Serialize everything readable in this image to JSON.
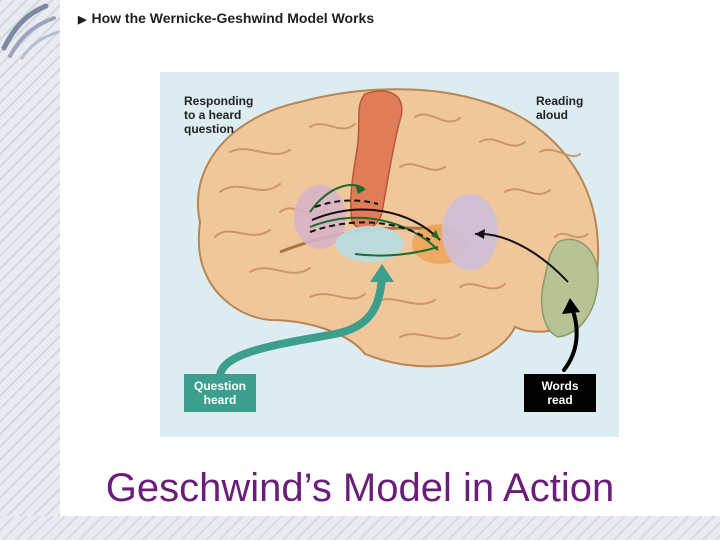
{
  "figure": {
    "title": "How the Wernicke-Geshwind Model Works",
    "labels": {
      "responding": "Responding\nto a heard\nquestion",
      "reading": "Reading\naloud",
      "question_heard": "Question\nheard",
      "words_read": "Words\nread"
    },
    "colors": {
      "brain": "#f0c79a",
      "motor_cortex": "#e07a55",
      "broca": "#d7b3c8",
      "wernicke": "#f0a55c",
      "auditory": "#b9dbe0",
      "angular_gyrus": "#cdbfd9",
      "visual_cortex": "#b7c295",
      "question_box": "#3c9e8c",
      "words_box": "#000000"
    }
  },
  "caption": "Geschwind’s Model in Action"
}
